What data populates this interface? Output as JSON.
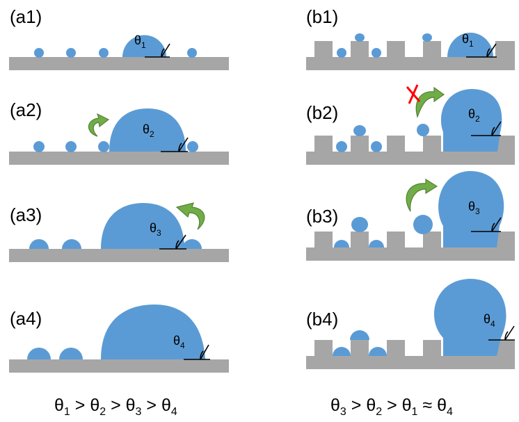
{
  "panels": {
    "a1": {
      "label": "(a1)",
      "theta": "θ",
      "sub": "1"
    },
    "a2": {
      "label": "(a2)",
      "theta": "θ",
      "sub": "2"
    },
    "a3": {
      "label": "(a3)",
      "theta": "θ",
      "sub": "3"
    },
    "a4": {
      "label": "(a4)",
      "theta": "θ",
      "sub": "4"
    },
    "b1": {
      "label": "(b1)",
      "theta": "θ",
      "sub": "1"
    },
    "b2": {
      "label": "(b2)",
      "theta": "θ",
      "sub": "2"
    },
    "b3": {
      "label": "(b3)",
      "theta": "θ",
      "sub": "3"
    },
    "b4": {
      "label": "(b4)",
      "theta": "θ",
      "sub": "4"
    }
  },
  "relations": {
    "a": {
      "t": "θ",
      "s1": "1",
      "op1": " > ",
      "s2": "2",
      "op2": " > ",
      "s3": "3",
      "op3": " > ",
      "s4": "4"
    },
    "b": {
      "t": "θ",
      "s1": "3",
      "op1": " > ",
      "s2": "2",
      "op2": " > ",
      "s3": "1",
      "op3": " ≈ ",
      "s4": "4"
    }
  },
  "colors": {
    "substrate": "#a6a6a6",
    "droplet": "#5b9bd5",
    "arrow": "#70ad47",
    "blocked_mark": "#ff0000"
  }
}
